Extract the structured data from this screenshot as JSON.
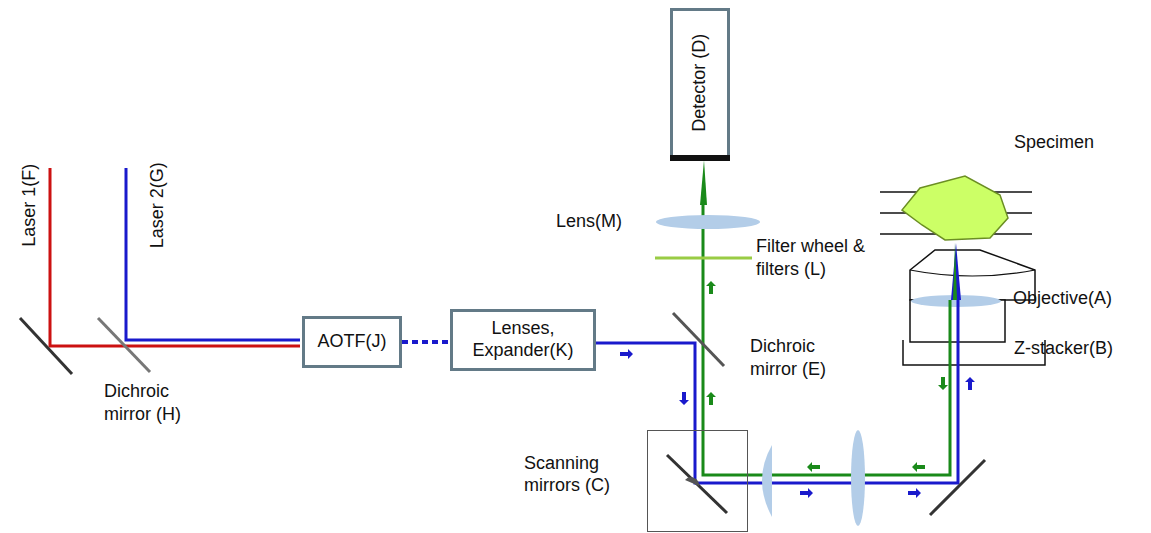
{
  "diagram": {
    "nodes": [
      {
        "text": [
          "AOTF(J)"
        ]
      },
      {
        "text": [
          "Lenses, Expander(K)"
        ]
      },
      {
        "text": [
          "Detector (D)"
        ]
      },
      {
        "text": [
          "Scanning mirrors (C)"
        ]
      }
    ],
    "edges": [
      {
        "from": 0,
        "to": 1,
        "arrow": "none"
      }
    ],
    "labels": [
      "Laser 1(F)",
      "Laser 2(G)",
      "Dichroic mirror (H)",
      "Lens(M)",
      "Filter wheel & filters (L)",
      "Dichroic mirror (E)",
      "Specimen",
      "Objective(A)",
      "Z-stacker(B)"
    ]
  }
}
